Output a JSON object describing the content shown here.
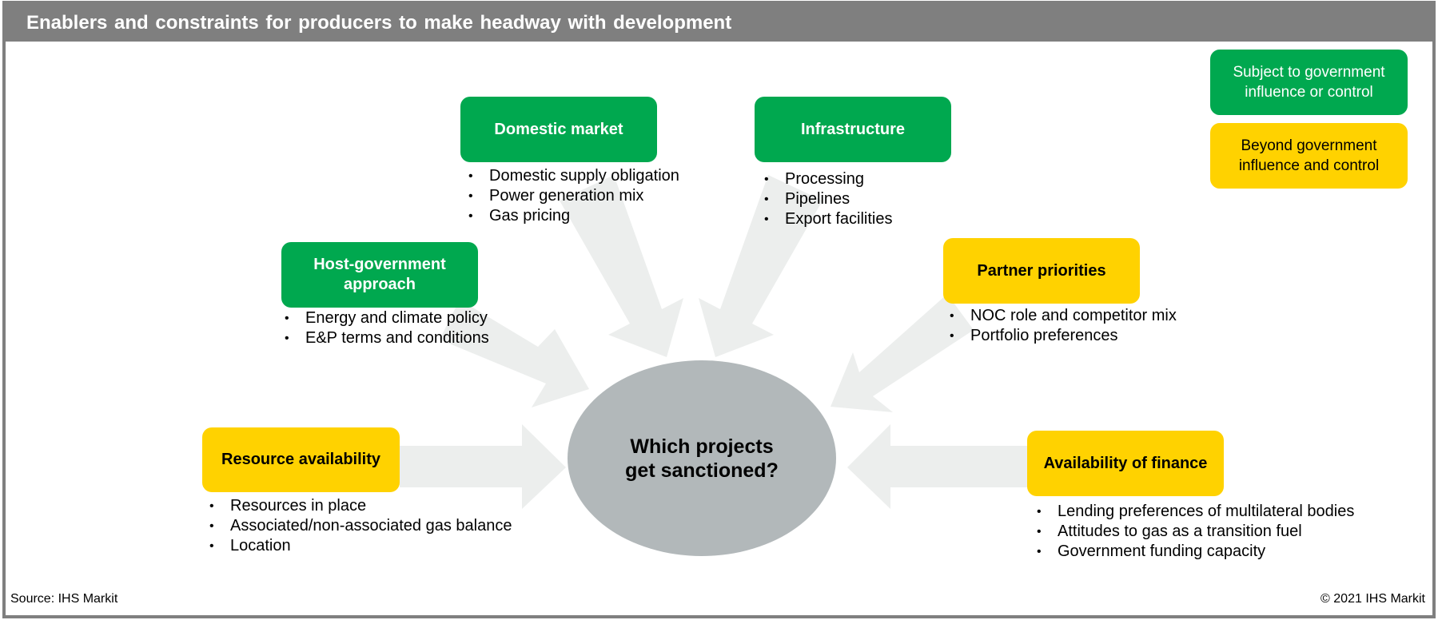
{
  "title": "Enablers and constraints for producers to make headway with development",
  "center_label": "Which projects\nget sanctioned?",
  "legend": {
    "government": "Subject to government influence or control",
    "beyond": "Beyond government influence and control"
  },
  "boxes": {
    "domestic_market": {
      "label": "Domestic market",
      "items": [
        "Domestic supply obligation",
        "Power generation mix",
        "Gas pricing"
      ]
    },
    "infrastructure": {
      "label": "Infrastructure",
      "items": [
        "Processing",
        "Pipelines",
        "Export facilities"
      ]
    },
    "host_government": {
      "label": "Host-government approach",
      "items": [
        "Energy and climate policy",
        "E&P terms and conditions"
      ]
    },
    "partner_priorities": {
      "label": "Partner priorities",
      "items": [
        "NOC role and competitor mix",
        "Portfolio preferences"
      ]
    },
    "resource_availability": {
      "label": "Resource availability",
      "items": [
        "Resources in place",
        "Associated/non-associated gas balance",
        "Location"
      ]
    },
    "availability_finance": {
      "label": "Availability of finance",
      "items": [
        "Lending preferences of multilateral bodies",
        "Attitudes to gas as a transition fuel",
        "Government funding capacity"
      ]
    }
  },
  "colors": {
    "green": "#00a84f",
    "yellow": "#ffd200",
    "ellipse": "#b2b8ba",
    "arrow": "#eceeed",
    "titlebar": "#7f7f7f"
  },
  "source": "Source: IHS Markit",
  "copyright": "© 2021 IHS Markit"
}
